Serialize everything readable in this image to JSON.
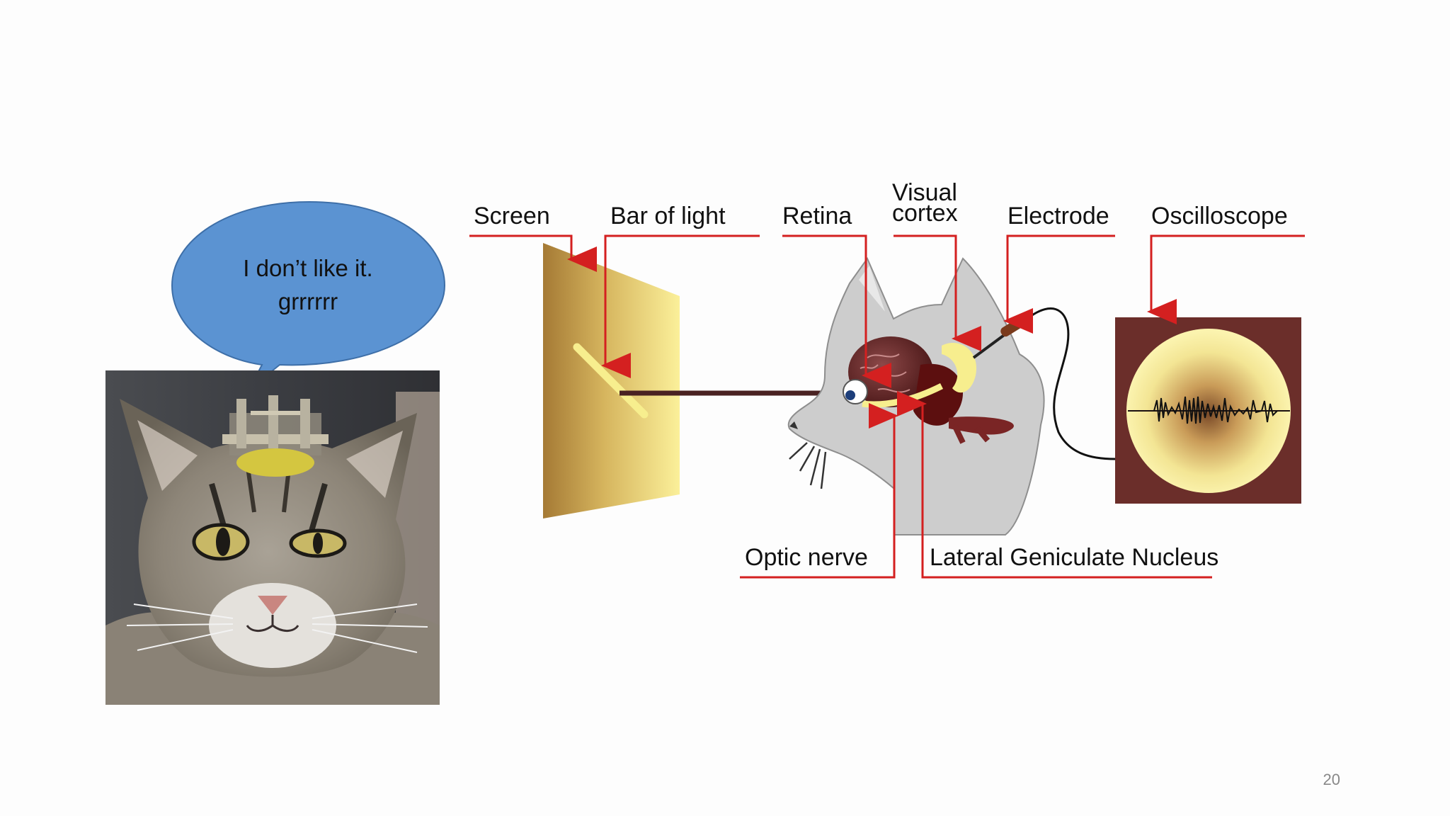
{
  "speech_bubble": {
    "line1": "I don’t like it.",
    "line2": "grrrrrr"
  },
  "labels": {
    "screen": "Screen",
    "bar_of_light": "Bar of light",
    "retina": "Retina",
    "visual_cortex_1": "Visual",
    "visual_cortex_2": "cortex",
    "electrode": "Electrode",
    "oscilloscope": "Oscilloscope",
    "optic_nerve": "Optic nerve",
    "lgn": "Lateral Geniculate Nucleus"
  },
  "page_number": "20",
  "colors": {
    "bubble": "#5b93d2",
    "leader": "#d42020",
    "scope_frame": "#6b2e2a",
    "scope_face": "#f6ec9c"
  }
}
